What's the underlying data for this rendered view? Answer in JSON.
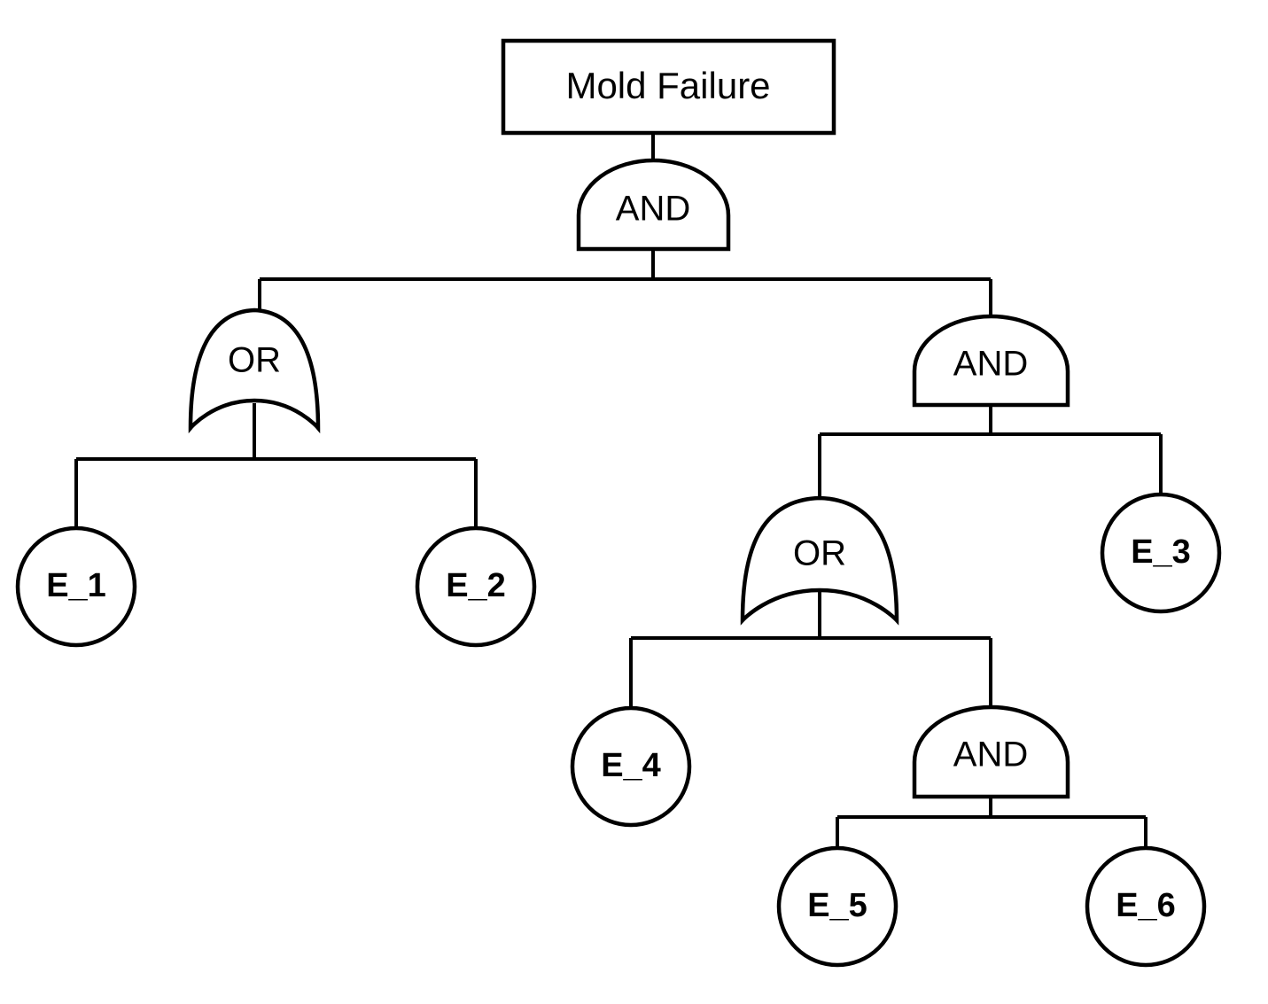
{
  "diagram": {
    "type": "fault-tree",
    "title": "Mold Failure",
    "background_color": "#ffffff",
    "line_color": "#000000",
    "top_event": {
      "id": "TOP",
      "label": "Mold Failure",
      "shape": "rectangle"
    },
    "gates": [
      {
        "id": "G1",
        "label": "AND",
        "type": "AND",
        "parent": "TOP",
        "children": [
          "G2",
          "G3"
        ]
      },
      {
        "id": "G2",
        "label": "OR",
        "type": "OR",
        "parent": "G1",
        "children": [
          "E_1",
          "E_2"
        ]
      },
      {
        "id": "G3",
        "label": "AND",
        "type": "AND",
        "parent": "G1",
        "children": [
          "G4",
          "E_3"
        ]
      },
      {
        "id": "G4",
        "label": "OR",
        "type": "OR",
        "parent": "G3",
        "children": [
          "E_4",
          "G5"
        ]
      },
      {
        "id": "G5",
        "label": "AND",
        "type": "AND",
        "parent": "G4",
        "children": [
          "E_5",
          "E_6"
        ]
      }
    ],
    "basic_events": [
      {
        "id": "E_1",
        "label": "E_1",
        "shape": "circle",
        "parent": "G2"
      },
      {
        "id": "E_2",
        "label": "E_2",
        "shape": "circle",
        "parent": "G2"
      },
      {
        "id": "E_3",
        "label": "E_3",
        "shape": "circle",
        "parent": "G3"
      },
      {
        "id": "E_4",
        "label": "E_4",
        "shape": "circle",
        "parent": "G4"
      },
      {
        "id": "E_5",
        "label": "E_5",
        "shape": "circle",
        "parent": "G5"
      },
      {
        "id": "E_6",
        "label": "E_6",
        "shape": "circle",
        "parent": "G5"
      }
    ]
  }
}
